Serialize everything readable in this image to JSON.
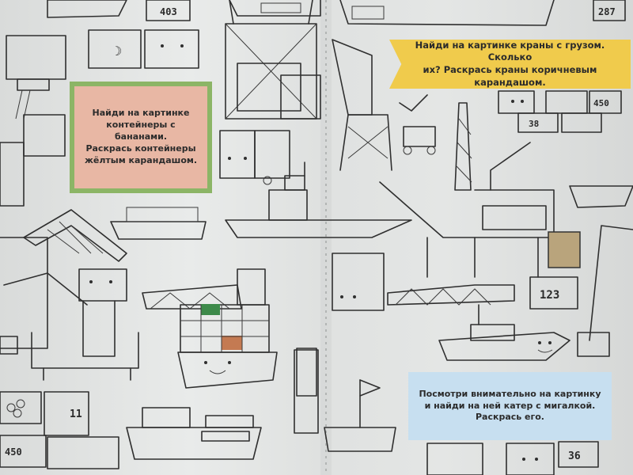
{
  "tasks": {
    "bananas": "Найди на картинке\nконтейнеры с бананами.\nРаскрась контейнеры\nжёлтым карандашом.",
    "cranes": "Найди на картинке краны с грузом. Сколько\nих? Раскрась краны коричневым карандашом.",
    "boat": "Посмотри внимательно на картинку\nи найди на ней катер с мигалкой.\nРаскрась его."
  },
  "container_numbers": {
    "top_left": "403",
    "top_right": "287",
    "right_upper": "450",
    "right_middle": "38",
    "right_crane": "123",
    "bottom_left_small": "11",
    "bottom_left": "450",
    "bottom_right": "36"
  },
  "colors": {
    "bananas_box_fill": "#e8b7a4",
    "bananas_box_border": "#8cb566",
    "cranes_box_fill": "#f0cb4c",
    "boat_box_fill": "#c7dff0",
    "container_green": "#3d8a4a",
    "container_brown": "#c47a52"
  }
}
